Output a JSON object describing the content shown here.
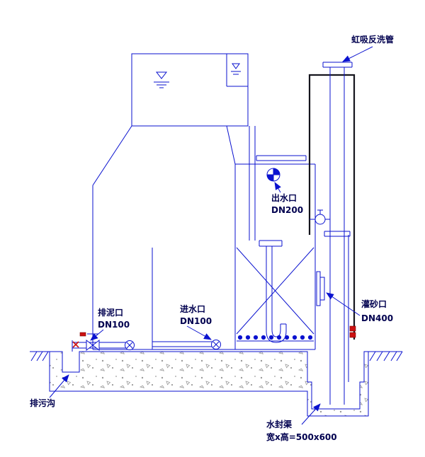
{
  "labels": {
    "siphon": "虹吸反洗管",
    "outlet_name": "出水口",
    "outlet_dn": "DN200",
    "sludge_name": "排泥口",
    "sludge_dn": "DN100",
    "inlet_name": "进水口",
    "inlet_dn": "DN100",
    "sand_name": "灌砂口",
    "sand_dn": "DN400",
    "ditch": "排污沟",
    "seal_name": "水封渠",
    "seal_dim": "宽x高=500x600"
  },
  "colors": {
    "line_blue": "#0a12cf",
    "dark_line": "#15151d",
    "label_text": "#00004f",
    "red_accent": "#cc1111",
    "concrete_stipple": "#9a9a9a",
    "background": "#ffffff"
  }
}
